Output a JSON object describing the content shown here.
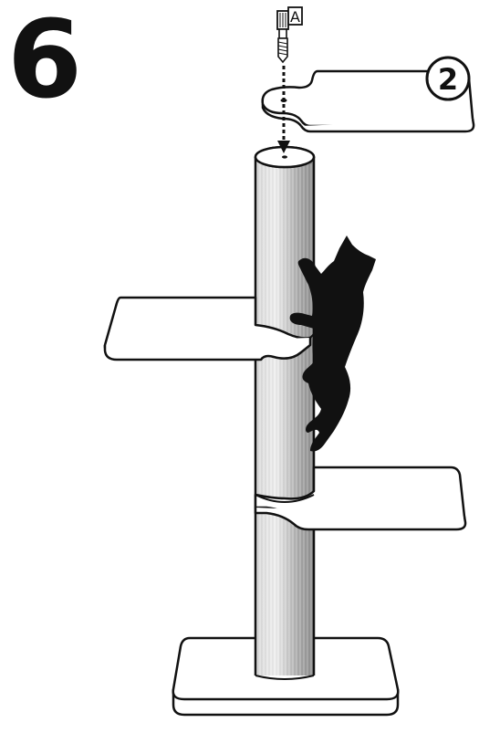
{
  "step": {
    "number": "6"
  },
  "callouts": {
    "part_number": "2",
    "screw_label": "A"
  },
  "icons": {
    "screw": "screw-icon",
    "cat": "cat-silhouette-icon",
    "post": "scratching-post-icon",
    "platform": "platform-icon",
    "base": "base-plate-icon",
    "arrow": "dotted-arrow-icon"
  },
  "colors": {
    "line": "#111111",
    "post_light": "#e6e6e6",
    "post_mid": "#b8b8b8",
    "post_dark": "#8a8a8a",
    "fill": "#ffffff"
  }
}
